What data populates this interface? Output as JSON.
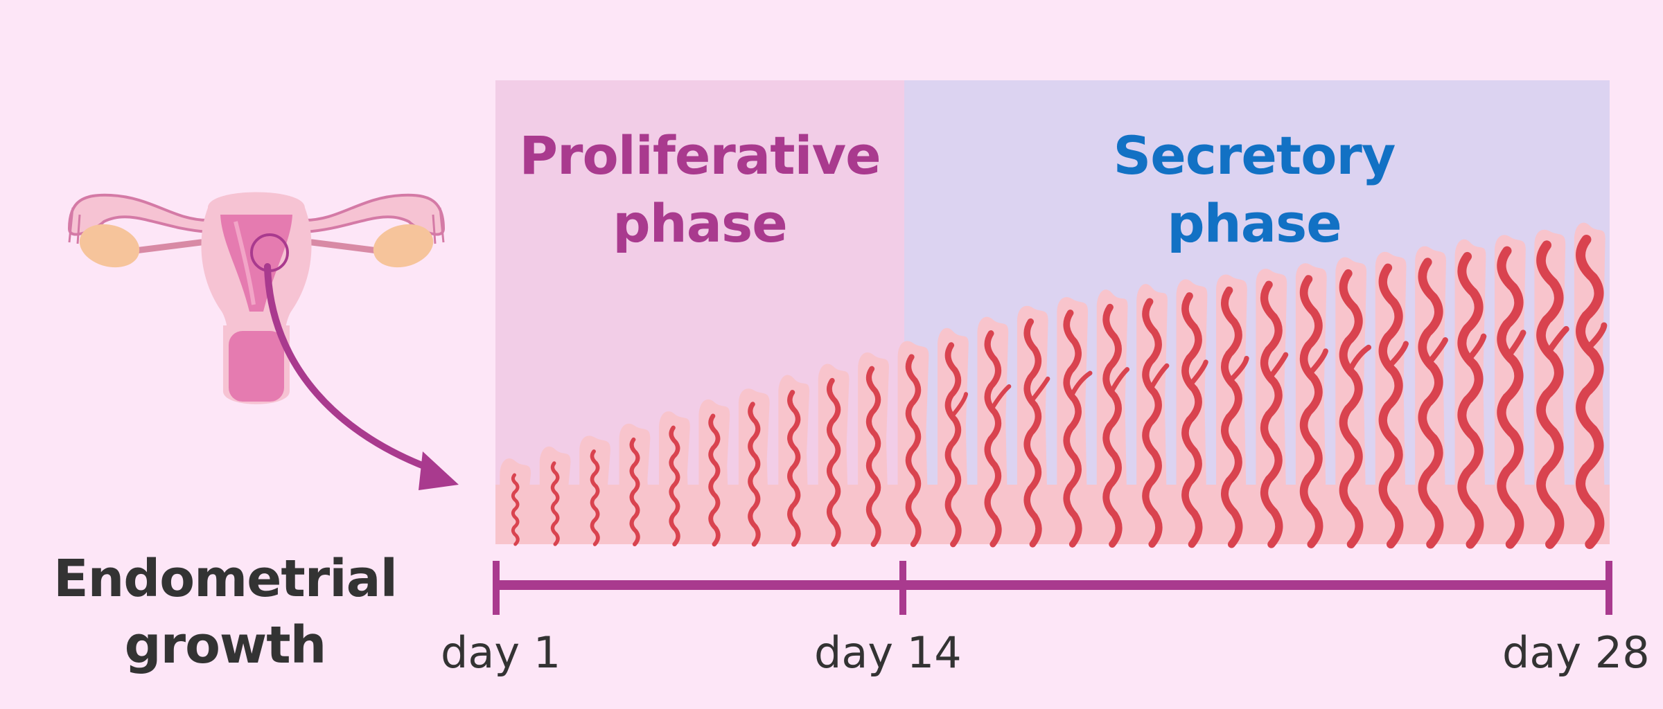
{
  "phases": {
    "proliferative": {
      "line1": "Proliferative",
      "line2": "phase",
      "color": "#a93a8e",
      "background": "#f2cde7"
    },
    "secretory": {
      "line1": "Secretory",
      "line2": "phase",
      "color": "#1271c4",
      "background": "#dcd3f1"
    }
  },
  "label": {
    "line1": "Endometrial",
    "line2": "growth"
  },
  "timeline": {
    "color": "#a93a8e",
    "days": {
      "start": "day 1",
      "middle": "day 14",
      "end": "day 28"
    }
  },
  "colors": {
    "background": "#fde6f7",
    "endometrium": "#f8c4cc",
    "vessels": "#d9434f",
    "uterus": "#f6c3d3",
    "ovary": "#f6c49b"
  },
  "icons": {
    "uterus": "uterus-illustration",
    "arrow": "curved-arrow",
    "focus": "focus-circle"
  }
}
